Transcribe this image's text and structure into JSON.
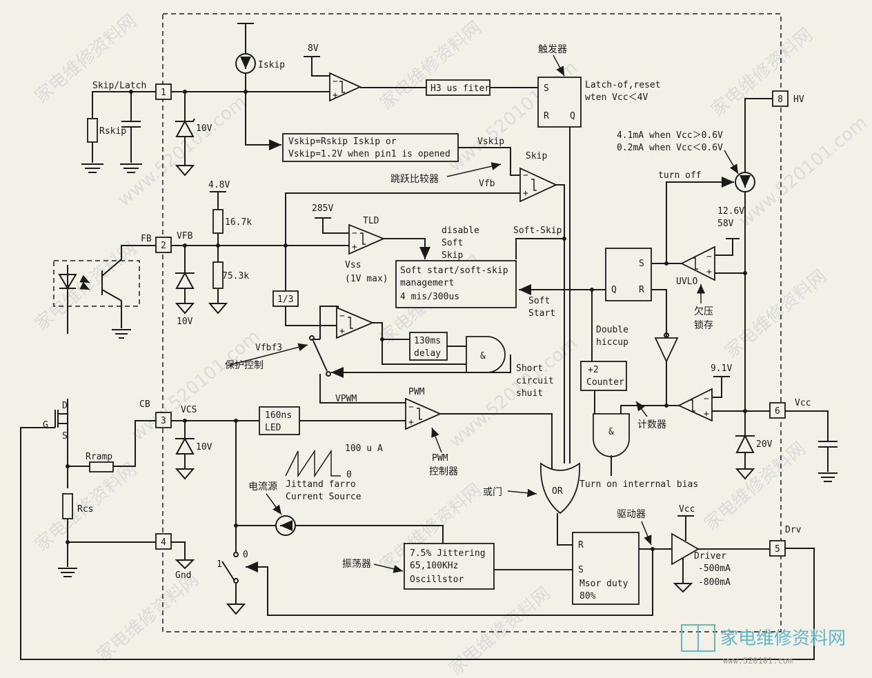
{
  "watermarks": {
    "site_cn": "家电维修资料网",
    "site_num": "www.520101.com"
  },
  "logo": {
    "text": "家电维修资料网",
    "url": "www.520101.com"
  },
  "pins": {
    "p1": "1",
    "p2": "2",
    "p3": "3",
    "p4": "4",
    "p5": "5",
    "p6": "6",
    "p8": "8"
  },
  "pin_labels": {
    "skip_latch": "Skip/Latch",
    "fb": "FB",
    "vfb": "VFB",
    "cb": "CB",
    "vcs": "VCS",
    "gnd": "Gnd",
    "drv": "Drv",
    "vcc": "Vcc",
    "hv": "HV"
  },
  "components": {
    "rskip": "Rskip",
    "z10v_a": "10V",
    "z10v_b": "10V",
    "z10v_c": "10V",
    "v48": "4.8V",
    "r167": "16.7k",
    "r753": "75.3k",
    "rramp": "Rramp",
    "rcs": "Rcs",
    "d": "D",
    "g": "G",
    "s": "S",
    "z20v": "20V",
    "iskip": "Iskip",
    "v8": "8V",
    "v285": "285V",
    "tld": "TLD",
    "v91": "9.1V",
    "vcc_drv": "Vcc",
    "v126": "12.6V",
    "v58": "58V"
  },
  "blocks": {
    "filter": "H3 us fiter",
    "vskip_line1": "Vskip=Rskip Iskip or",
    "vskip_line2": "Vskip=1.2V when pin1 is opened",
    "softstart_line1": "Soft start/soft-skip",
    "softstart_line2": "managemert",
    "softstart_line3": "4 mis/300us",
    "div3": "1/3",
    "d130_line1": "130ms",
    "d130_line2": "delay",
    "led_line1": "160ns",
    "led_line2": "LED",
    "osc_line1": "7.5% Jittering",
    "osc_line2": "65,100KHz",
    "osc_line3": "Oscillstor",
    "counter_line1": "+2",
    "counter_line2": "Counter",
    "drv_r": "R",
    "drv_s": "S",
    "drv_line1": "Msor duty",
    "drv_line2": "80%",
    "sr_s": "S",
    "sr_r": "R",
    "sr_q": "Q",
    "top_s": "S",
    "top_r": "R",
    "top_q": "Q",
    "or": "OR",
    "and1": "&",
    "and2": "&",
    "uvlo": "UVLO"
  },
  "labels": {
    "trigger_cn": "触发器",
    "latch_line1": "Latch-of,reset",
    "latch_line2": "wten Vcc＜4V",
    "i41": "4.1mA when Vcc＞0.6V",
    "i02": "0.2mA when Vcc＜0.6V",
    "turn_off": "turn off",
    "vskip": "Vskip",
    "skip": "Skip",
    "skip_cmp_cn": "跳跃比较器",
    "vfb_in": "Vfb",
    "soft_skip": "Soft-Skip",
    "disable1": "disable",
    "disable2": "Soft",
    "disable3": "Skip",
    "vss1": "Vss",
    "vss2": "(1V max)",
    "soft_start1": "Soft",
    "soft_start2": "Start",
    "double1": "Double",
    "double2": "hiccup",
    "uvlo_cn1": "欠压",
    "uvlo_cn2": "锁存",
    "vfbf3": "Vfbf3",
    "protect_cn": "保护控制",
    "short1": "Short",
    "short2": "circuit",
    "short3": "shuit",
    "vpwm": "VPWM",
    "pwm": "PWM",
    "pwm_ctl1": "PWM",
    "pwm_ctl2": "控制器",
    "counter_cn": "计数器",
    "turn_on_bias": "Turn on interrnal bias",
    "current_100": "100 u A",
    "current_0": "0",
    "jitter_line1": "Jittand farro",
    "jitter_line2": "Current Source",
    "current_src_cn": "电流源",
    "or_cn": "或门",
    "osc_cn": "振荡器",
    "driver_cn": "驱动器",
    "driver": "Driver",
    "drv_i1": "-500mA",
    "drv_i2": "-800mA",
    "sw_0": "0",
    "sw_1": "1"
  }
}
